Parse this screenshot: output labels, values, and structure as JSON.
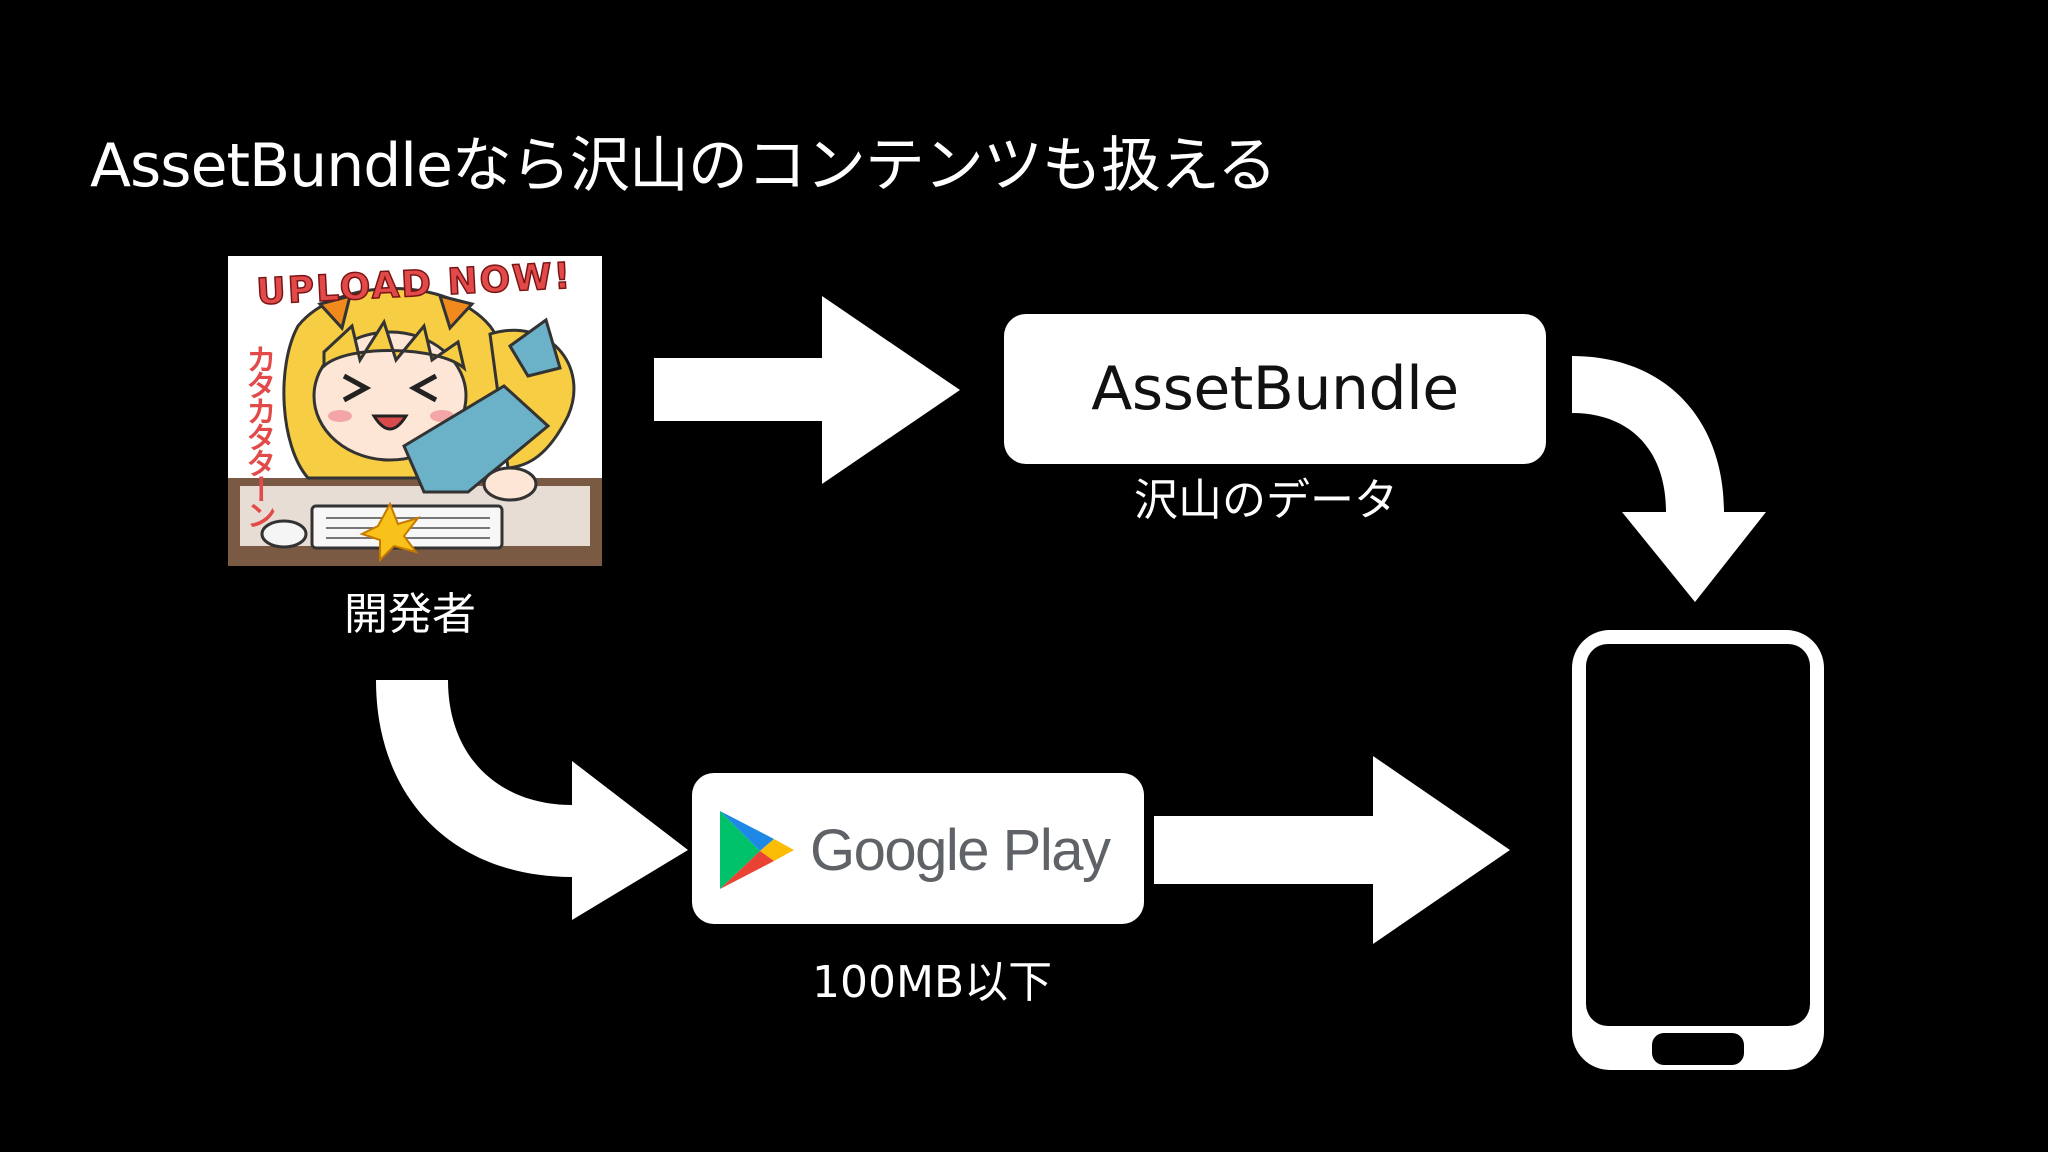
{
  "slide": {
    "title": "AssetBundleなら沢山のコンテンツも扱える"
  },
  "nodes": {
    "assetbundle": {
      "label": "AssetBundle",
      "caption": "沢山のデータ"
    },
    "developer": {
      "caption": "開発者",
      "illustration_text": "UPLOAD NOW!",
      "sfx_text": "カタカタターン"
    },
    "google_play": {
      "label": "Google Play",
      "caption": "100MB以下"
    },
    "device": {
      "icon": "smartphone-icon"
    }
  },
  "colors": {
    "background": "#000000",
    "foreground": "#ffffff",
    "google_play_text": "#5f6368",
    "play_green": "#00c26b",
    "play_blue": "#1e88e5",
    "play_yellow": "#fbbc04",
    "play_red": "#ea4335"
  }
}
